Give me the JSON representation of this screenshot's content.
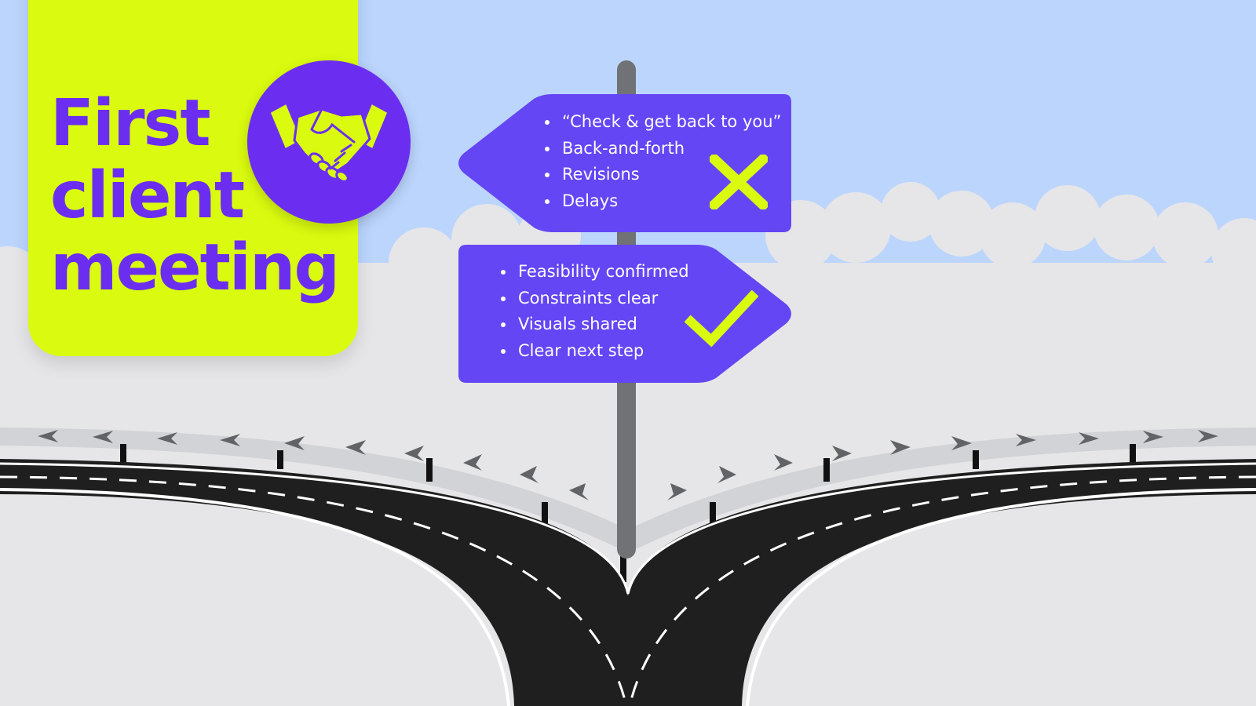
{
  "title": {
    "lines": [
      "First",
      "client",
      "meeting"
    ]
  },
  "signs": {
    "left": {
      "items": [
        "“Check & get back to you”",
        "Back-and-forth",
        "Revisions",
        "Delays"
      ],
      "status_icon": "cross-icon"
    },
    "right": {
      "items": [
        "Feasibility confirmed",
        "Constraints clear",
        "Visuals shared",
        "Clear next step"
      ],
      "status_icon": "checkmark-icon"
    }
  },
  "icons": {
    "badge": "handshake-icon"
  },
  "colors": {
    "brand_purple": "#6b2ef0",
    "sign_purple": "#6446f4",
    "accent_lime": "#dafb0f",
    "sky": "#bcd5fd",
    "clouds": "#e6e6e8",
    "road": "#1f1f1f"
  }
}
